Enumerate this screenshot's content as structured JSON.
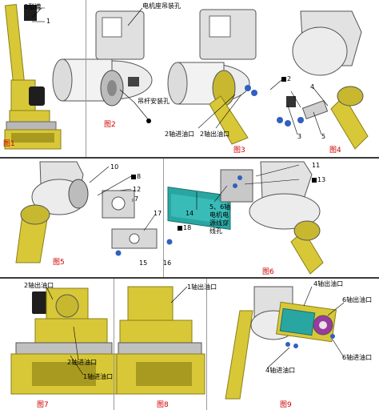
{
  "colors": {
    "robot_yellow": "#d8c838",
    "robot_yellow_dark": "#a89a20",
    "motor_black": "#1e1e1e",
    "grey_body": "#d4d4d4",
    "teal": "#2aa6a2",
    "blue_fitting": "#3060c0",
    "label_red": "#d40000"
  },
  "panel1": {
    "fig1": "图1",
    "fig2": "图2",
    "fig3": "图3",
    "fig4": "图4",
    "groove_label": "0型槽",
    "num_1": "1",
    "motor_hole_label": "电机座吊装孔",
    "lift_hole_label": "吊杆安装孔",
    "axis2_in": "2轴进油口",
    "axis2_out": "2轴出油口",
    "b2": "2",
    "n3": "3",
    "n4": "4",
    "n5": "5"
  },
  "panel2": {
    "fig5": "图5",
    "fig6": "图6",
    "n10": "10",
    "b8": "8",
    "n12": "12",
    "n7": "7",
    "n17": "17",
    "b18": "18",
    "n15": "15",
    "n16": "16",
    "n11": "11",
    "b13": "13",
    "n14": "14",
    "hole_label_lines": [
      "5、6轴",
      "电机电",
      "源线穿",
      "线孔"
    ]
  },
  "panel3": {
    "fig7": "图7",
    "fig8": "图8",
    "fig9": "图9",
    "f7_axis2_out": "2轴出油口",
    "f7_axis2_in": "2轴进油口",
    "f7_axis1_in": "1轴进油口",
    "f8_axis1_out": "1轴出油口",
    "f9_axis4_out": "4轴出油口",
    "f9_axis6_out": "6轴出油口",
    "f9_axis6_in": "6轴进油口",
    "f9_axis4_in": "4轴进油口"
  }
}
